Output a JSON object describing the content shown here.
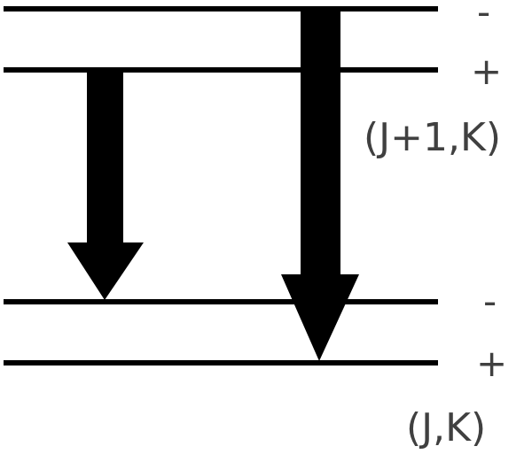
{
  "colors": {
    "background": "#ffffff",
    "line_color": "#000000",
    "label_color": "#404040"
  },
  "upper_manifold": {
    "minus_label": "-",
    "plus_label": "+",
    "state_label": "(J+1,K)"
  },
  "lower_manifold": {
    "minus_label": "-",
    "plus_label": "+",
    "state_label": "(J,K)"
  },
  "transitions": [
    {
      "from": "upper +",
      "to": "lower -",
      "relative_strength": "weaker"
    },
    {
      "from": "upper -",
      "to": "lower +",
      "relative_strength": "stronger"
    }
  ]
}
